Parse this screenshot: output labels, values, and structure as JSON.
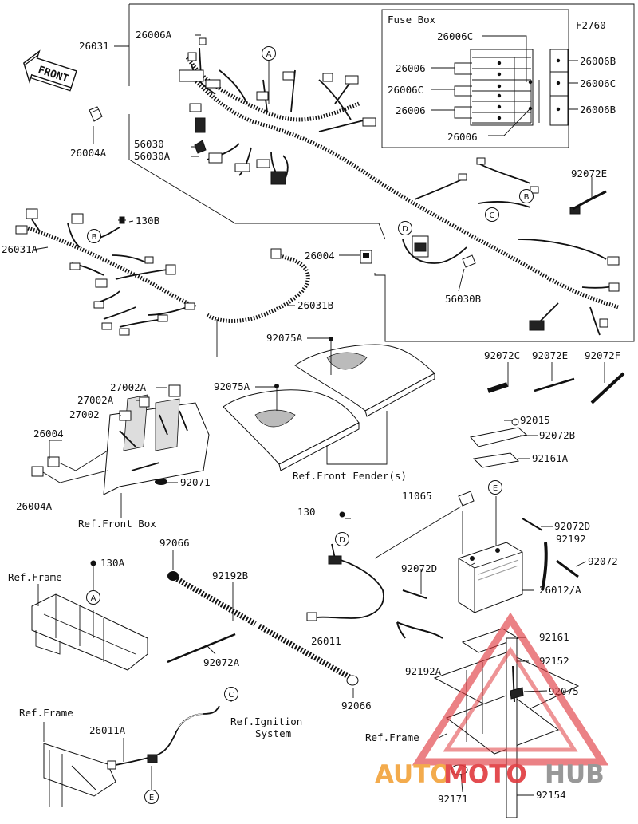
{
  "figure_code": "F2760",
  "front_arrow": "FRONT",
  "fuse_box": {
    "title": "Fuse Box",
    "labels": [
      "26006C",
      "26006",
      "26006C",
      "26006",
      "26006",
      "26006B",
      "26006C",
      "26006B"
    ]
  },
  "part_labels": {
    "p26031": "26031",
    "p26006A": "26006A",
    "p26004A_top": "26004A",
    "p56030": "56030",
    "p56030A": "56030A",
    "p92072E_top": "92072E",
    "p130B": "130B",
    "p26031A": "26031A",
    "p26004": "26004",
    "p26031B": "26031B",
    "p56030B": "56030B",
    "p92075A_1": "92075A",
    "p92075A_2": "92075A",
    "p92072C": "92072C",
    "p92072E": "92072E",
    "p92072F": "92072F",
    "p27002A": "27002A",
    "p27002A_2": "27002A",
    "p27002": "27002",
    "p26004_l": "26004",
    "p26004A_l": "26004A",
    "p92071": "92071",
    "p92015": "92015",
    "p92072B": "92072B",
    "p92161A": "92161A",
    "p11065": "11065",
    "p130": "130",
    "p92072D": "92072D",
    "p92192": "92192",
    "p92072": "92072",
    "p92072D_2": "92072D",
    "p26012A": "26012/A",
    "p92066": "92066",
    "p130A": "130A",
    "p92192B": "92192B",
    "p26011": "26011",
    "p92192A": "92192A",
    "p92161": "92161",
    "p92152": "92152",
    "p92072A": "92072A",
    "p92066_2": "92066",
    "p92075": "92075",
    "p26011A": "26011A",
    "p92171": "92171",
    "p92154": "92154"
  },
  "refs": {
    "front_fenders": "Ref.Front Fender(s)",
    "front_box": "Ref.Front Box",
    "frame1": "Ref.Frame",
    "frame2": "Ref.Frame",
    "frame3": "Ref.Frame",
    "ignition_1": "Ref.Ignition",
    "ignition_2": "System"
  },
  "callouts": {
    "A": "A",
    "B": "B",
    "C": "C",
    "D": "D",
    "E": "E"
  },
  "watermark": {
    "part1": "AUTO",
    "part2": "MOTO",
    "part3": "HUB",
    "color_orange": "#f2a23a",
    "color_red": "#e0393e",
    "color_gray": "#8d8d8d"
  }
}
